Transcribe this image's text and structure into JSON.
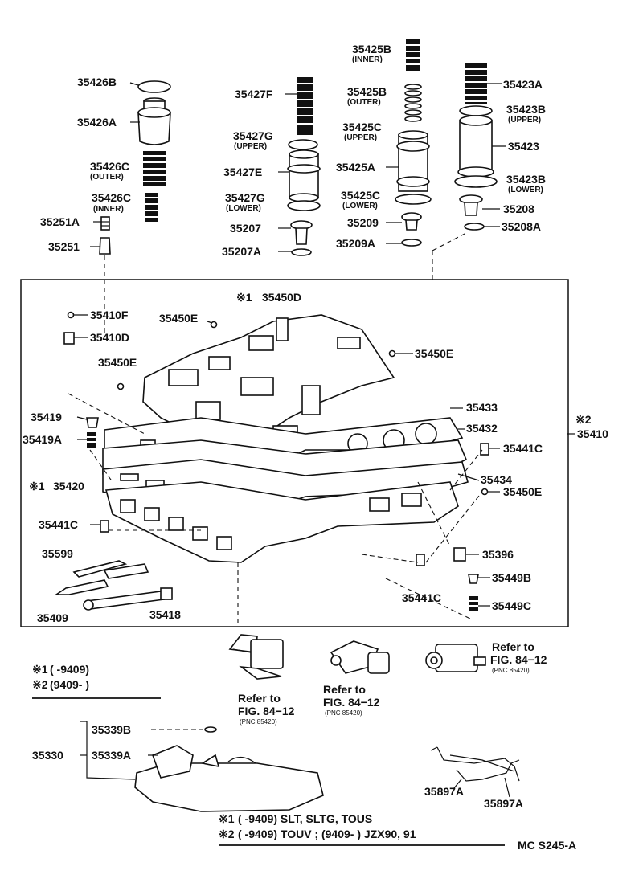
{
  "labels": {
    "p35426B": "35426B",
    "p35426A": "35426A",
    "p35426C_outer": "35426C",
    "outer": "(OUTER)",
    "p35426C_inner": "35426C",
    "inner": "(INNER)",
    "p35251A": "35251A",
    "p35251": "35251",
    "p35427F": "35427F",
    "p35427G_upper": "35427G",
    "upper": "(UPPER)",
    "p35427E": "35427E",
    "p35427G_lower": "35427G",
    "lower": "(LOWER)",
    "p35207": "35207",
    "p35207A": "35207A",
    "p35425B_inner": "35425B",
    "p35425B_outer": "35425B",
    "p35425C_upper": "35425C",
    "p35425A": "35425A",
    "p35425C_lower": "35425C",
    "p35209": "35209",
    "p35209A": "35209A",
    "p35423A": "35423A",
    "p35423B_upper": "35423B",
    "p35423": "35423",
    "p35423B_lower": "35423B",
    "p35208": "35208",
    "p35208A": "35208A",
    "p35450D": "35450D",
    "p35410F": "35410F",
    "p35410D": "35410D",
    "p35450E_a": "35450E",
    "p35450E_b": "35450E",
    "p35450E_c": "35450E",
    "p35450E_d": "35450E",
    "p35433": "35433",
    "p35432": "35432",
    "p35410": "35410",
    "p35419": "35419",
    "p35419A": "35419A",
    "p35441C_a": "35441C",
    "p35441C_b": "35441C",
    "p35441C_c": "35441C",
    "p35434": "35434",
    "p35420": "35420",
    "p35599": "35599",
    "p35409": "35409",
    "p35418": "35418",
    "p35396": "35396",
    "p35449B": "35449B",
    "p35449C": "35449C",
    "p35339B": "35339B",
    "p35330": "35330",
    "p35339A": "35339A",
    "p35897A_a": "35897A",
    "p35897A_b": "35897A",
    "mark1": "※1",
    "mark2": "※2"
  },
  "refs": {
    "refer_to": "Refer to",
    "fig": "FIG. 84−12",
    "pnc": "(PNC 85420)"
  },
  "legend": {
    "line1_mark": "※1",
    "line1_text": "(        -9409)",
    "line2_mark": "※2",
    "line2_text": "(9409-          )"
  },
  "footer": {
    "line1_mark": "※1",
    "line1_text": "(       -9409) SLT, SLTG, TOUS",
    "line2_mark": "※2",
    "line2_text": "(       -9409) TOUV ; (9409-          ) JZX90, 91",
    "code": "MC  S245-A"
  }
}
